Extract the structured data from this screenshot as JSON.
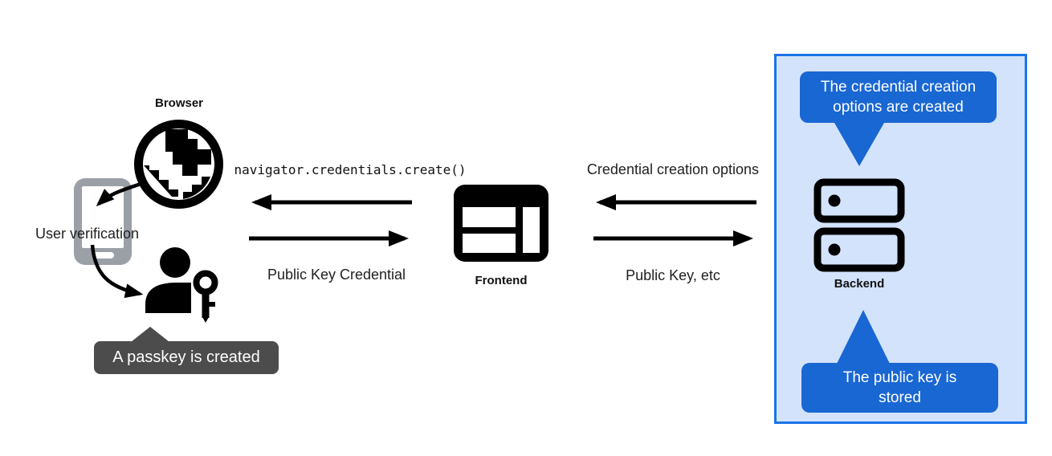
{
  "colors": {
    "background": "#ffffff",
    "ink": "#1f1f1f",
    "icon_black": "#000000",
    "phone_gray": "#9aa0a6",
    "tooltip_gray": "#4c4c4c",
    "callout_blue": "#1967d2",
    "panel_bg": "#d3e3fc",
    "panel_border": "#1a73e8"
  },
  "left_group": {
    "browser_label": "Browser",
    "user_verification_label": "User verification",
    "passkey_tooltip": "A passkey is created"
  },
  "frontend": {
    "label": "Frontend"
  },
  "backend_panel": {
    "label": "Backend",
    "callout_top_lines": [
      "The credential creation",
      "options are created"
    ],
    "callout_bottom_lines": [
      "The public key is",
      "stored"
    ]
  },
  "flow_browser_frontend": {
    "to_browser_label": "navigator.credentials.create()",
    "to_frontend_label": "Public Key Credential"
  },
  "flow_frontend_backend": {
    "to_frontend_label": "Credential creation options",
    "to_backend_label": "Public Key, etc"
  },
  "icons": {
    "globe": "globe-icon",
    "phone": "phone-icon",
    "user_key": "user-with-key-icon",
    "frontend_window": "browser-window-icon",
    "backend_server": "server-stack-icon"
  }
}
